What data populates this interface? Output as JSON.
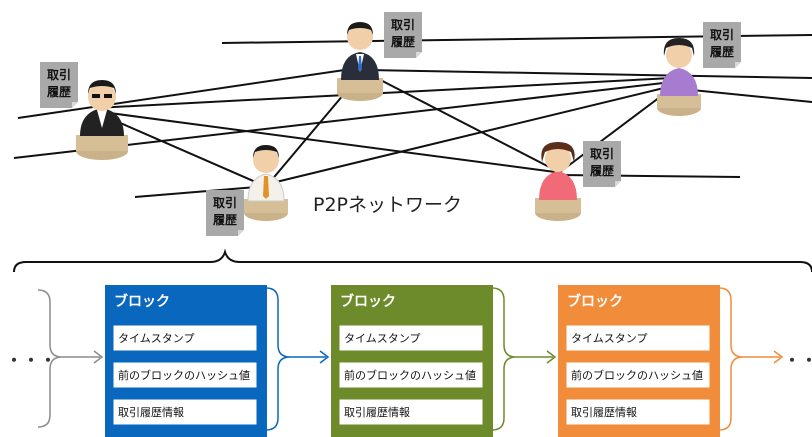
{
  "network": {
    "label": "P2Pネットワーク"
  },
  "ledger_note": {
    "line1": "取引",
    "line2": "履歴"
  },
  "nodes": [
    {
      "id": "node-left-man",
      "person": "man-dark-suit-glasses"
    },
    {
      "id": "node-top-man",
      "person": "man-dark-suit"
    },
    {
      "id": "node-right-woman",
      "person": "woman-purple"
    },
    {
      "id": "node-mid-man",
      "person": "man-shirt-tie"
    },
    {
      "id": "node-pink-woman",
      "person": "woman-pink"
    }
  ],
  "chain": {
    "leading_dots": "・・・",
    "trailing_dots": "・・",
    "blocks": [
      {
        "title": "ブロック",
        "color": "#0a67be",
        "fields": [
          "タイムスタンプ",
          "前のブロックのハッシュ値",
          "取引履歴情報"
        ]
      },
      {
        "title": "ブロック",
        "color": "#6d8b2b",
        "fields": [
          "タイムスタンプ",
          "前のブロックのハッシュ値",
          "取引履歴情報"
        ]
      },
      {
        "title": "ブロック",
        "color": "#f08c3a",
        "fields": [
          "タイムスタンプ",
          "前のブロックのハッシュ値",
          "取引履歴情報"
        ]
      }
    ]
  },
  "colors": {
    "bracket_gray": "#8c8c8c",
    "note_gray": "#a9a9a9"
  }
}
